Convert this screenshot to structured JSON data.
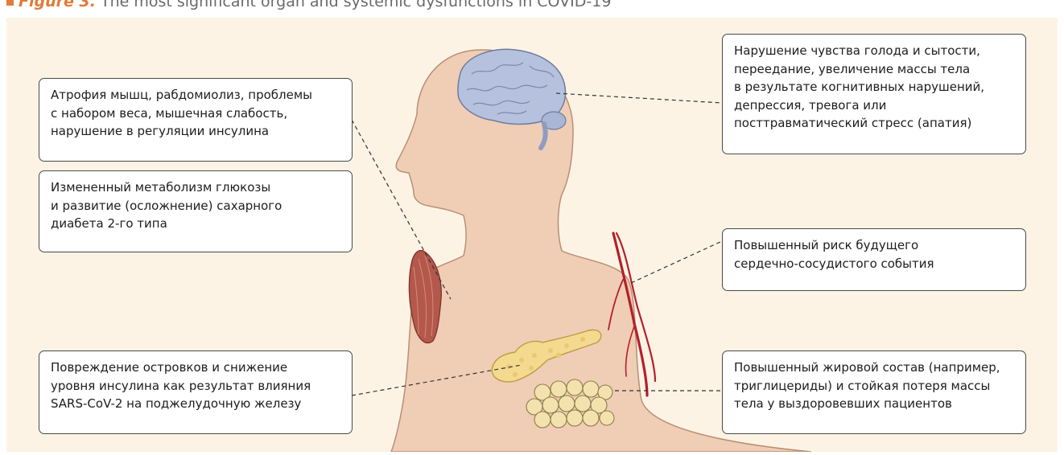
{
  "figure": {
    "label": "Figure 3.",
    "title": "The most significant organ and systemic dysfunctions in COVID-19"
  },
  "icons": [
    "brain-icon",
    "muscle-icon",
    "blood-vessel-icon",
    "pancreas-icon",
    "fat-cells-icon"
  ],
  "colors": {
    "background": "#fdf3e5",
    "body": "#f0cdb5",
    "body_outline": "#b88f74",
    "brain": "#b6c1dd",
    "vessel": "#b3202a",
    "muscle": "#b4584c",
    "pancreas": "#f4da8e",
    "fat": "#f3e2ad",
    "accent": "#e07b39"
  },
  "notes": {
    "muscle": "Атрофия мышц, рабдомиолиз, проблемы\nс набором веса, мышечная слабость,\nнарушение в регуляции инсулина",
    "glucose": "Измененный метаболизм глюкозы\nи развитие (осложнение) сахарного\nдиабета 2-го типа",
    "islets": "Повреждение островков и снижение\nуровня инсулина как результат влияния\nSARS-CoV-2 на поджелудочную железу",
    "brain": "Нарушение чувства голода и сытости,\nпереедание, увеличение массы тела\nв результате когнитивных нарушений,\nдепрессия, тревога или\nпосттравматический стресс (апатия)",
    "cardio": "Повышенный риск будущего\nсердечно-сосудистого события",
    "fat": "Повышенный жировой состав (например,\nтриглицериды) и стойкая потеря массы\nтела у выздоровевших пациентов"
  }
}
